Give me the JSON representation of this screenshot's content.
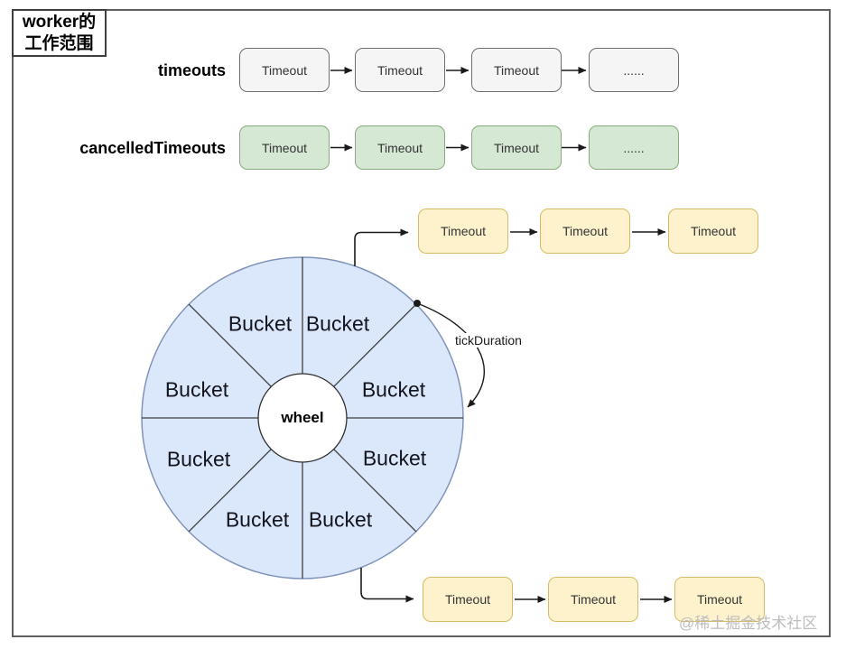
{
  "legend": {
    "line1": "worker的",
    "line2": "工作范围"
  },
  "rows": {
    "timeouts": {
      "label": "timeouts",
      "boxes": [
        "Timeout",
        "Timeout",
        "Timeout",
        "......"
      ]
    },
    "cancelled": {
      "label": "cancelledTimeouts",
      "boxes": [
        "Timeout",
        "Timeout",
        "Timeout",
        "......"
      ]
    },
    "top_chain": {
      "boxes": [
        "Timeout",
        "Timeout",
        "Timeout"
      ]
    },
    "bottom_chain": {
      "boxes": [
        "Timeout",
        "Timeout",
        "Timeout"
      ]
    }
  },
  "wheel": {
    "center_label": "wheel",
    "buckets": [
      "Bucket",
      "Bucket",
      "Bucket",
      "Bucket",
      "Bucket",
      "Bucket",
      "Bucket",
      "Bucket"
    ]
  },
  "annotations": {
    "tick_duration": "tickDuration"
  },
  "watermark": "@稀土掘金技术社区",
  "colors": {
    "gray_fill": "#f5f5f5",
    "gray_stroke": "#6e6e6e",
    "green_fill": "#d5e8d4",
    "green_stroke": "#87ab79",
    "yellow_fill": "#fef2cc",
    "yellow_stroke": "#d8ba66",
    "wheel_fill": "#dbe8fb",
    "wheel_stroke": "#8094ba",
    "line": "#1a1a1a",
    "watermark": "#bdbdbd"
  }
}
